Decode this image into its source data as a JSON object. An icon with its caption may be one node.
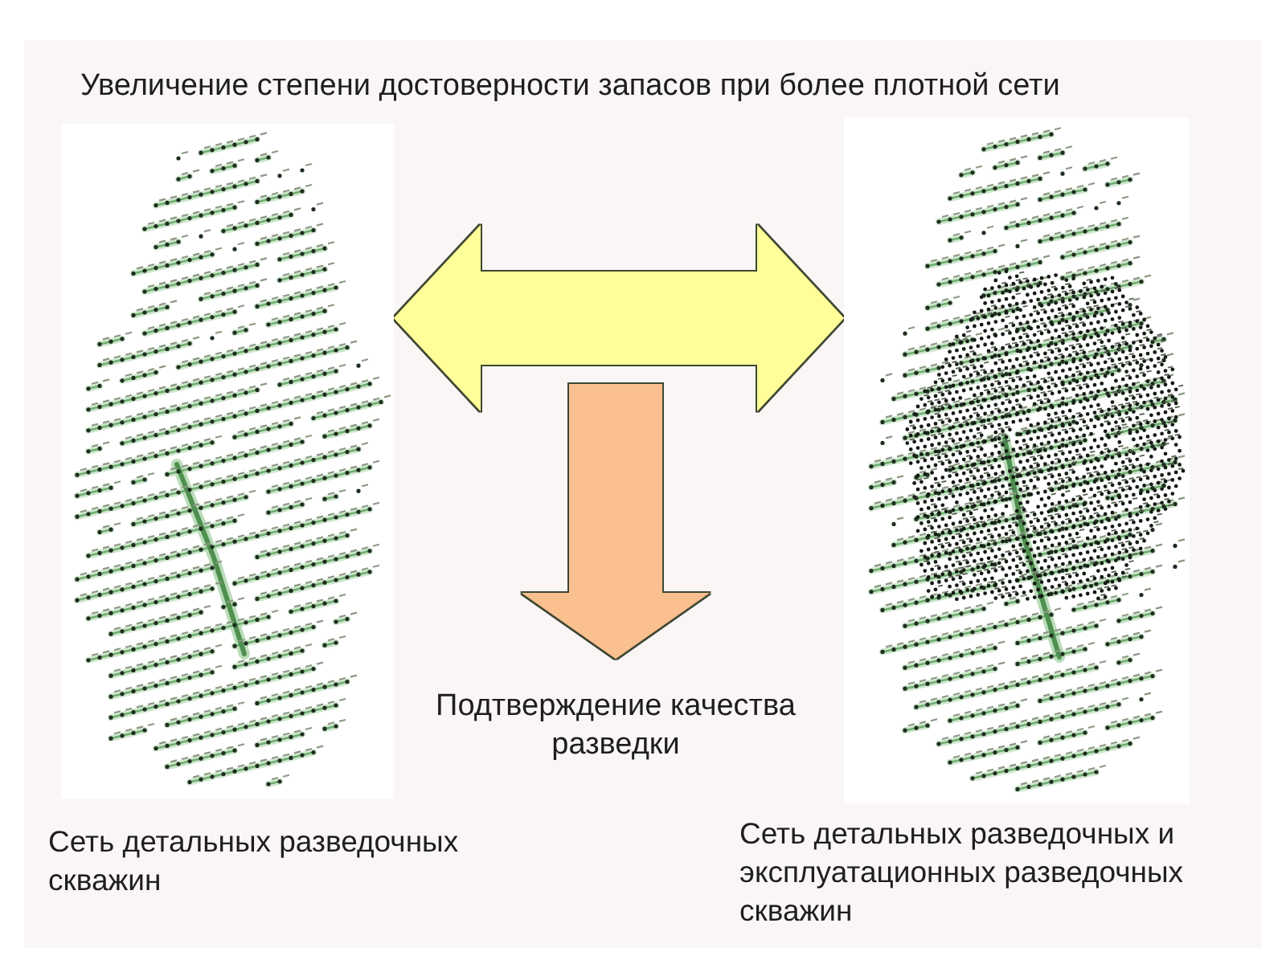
{
  "diagram": {
    "title": "Увеличение степени достоверности запасов при более плотной сети",
    "nodes": [
      {
        "text": [],
        "shape": "picture",
        "beside": [
          "Сеть детальных разведочных скважин"
        ]
      },
      {
        "text": [],
        "shape": "picture",
        "beside": [
          "Сеть детальных разведочных и эксплуатационных разведочных скважин"
        ]
      },
      {
        "text": [
          "Подтверждение качества разведки"
        ]
      }
    ],
    "edges": [
      {
        "from": 0,
        "to": 1,
        "arrow": "both",
        "color": "#ffff99"
      },
      {
        "from": null,
        "to": 2,
        "arrow": "to",
        "color": "#fac090"
      }
    ]
  }
}
